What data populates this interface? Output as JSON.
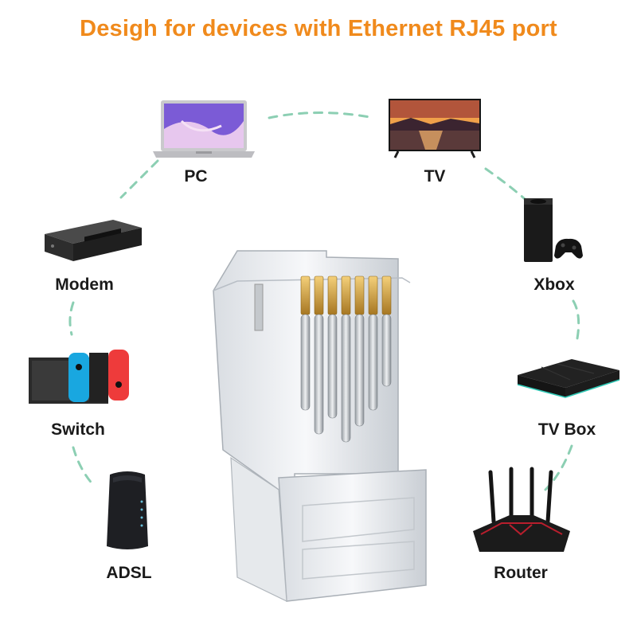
{
  "title": "Desigh for devices with Ethernet RJ45 port",
  "colors": {
    "title": "#f08a1c",
    "ring": "#8ccfb3",
    "gold": "#d4a43a"
  },
  "devices": [
    {
      "label": "PC",
      "icon": "laptop-icon"
    },
    {
      "label": "TV",
      "icon": "tv-icon"
    },
    {
      "label": "Xbox",
      "icon": "xbox-console-icon"
    },
    {
      "label": "TV Box",
      "icon": "tv-box-icon"
    },
    {
      "label": "Router",
      "icon": "router-icon"
    },
    {
      "label": "ADSL",
      "icon": "adsl-modem-icon"
    },
    {
      "label": "Switch",
      "icon": "game-switch-icon"
    },
    {
      "label": "Modem",
      "icon": "modem-icon"
    }
  ],
  "center": {
    "icon": "rj45-connector-icon"
  }
}
